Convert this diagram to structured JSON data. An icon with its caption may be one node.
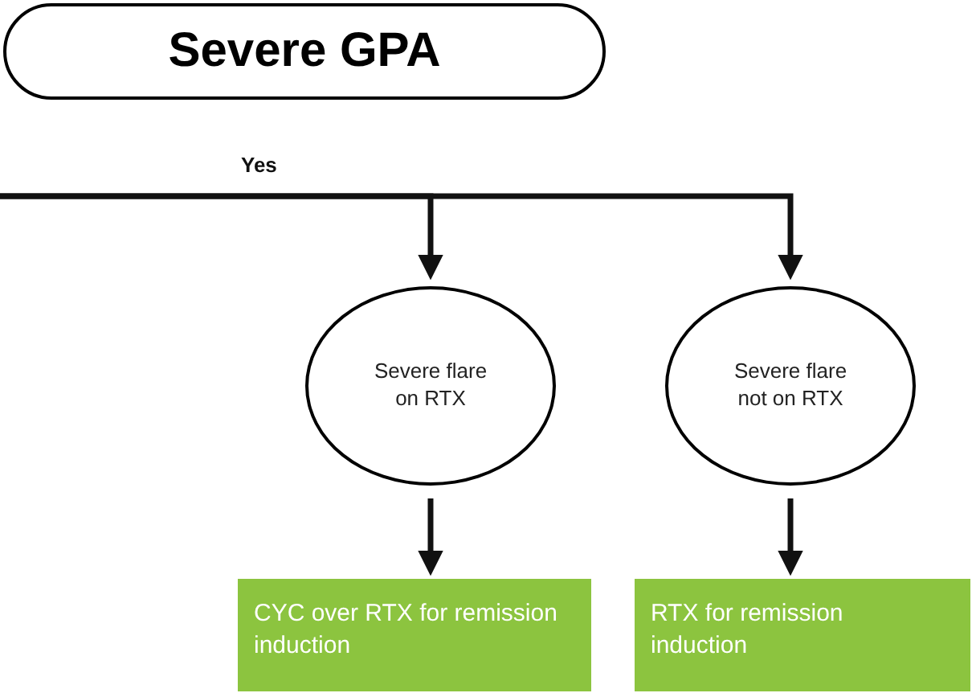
{
  "diagram": {
    "nodes": [
      {
        "text": [
          "Severe GPA"
        ]
      },
      {
        "text": [
          "Severe flare on RTX"
        ]
      },
      {
        "text": [
          "Severe flare not on RTX"
        ]
      },
      {
        "text": [
          "CYC over RTX for remission induction"
        ]
      },
      {
        "text": [
          "RTX for remission induction"
        ]
      }
    ],
    "edges": [
      {
        "from": null,
        "to": 1,
        "arrow": "to"
      },
      {
        "from": null,
        "to": 2,
        "arrow": "to"
      },
      {
        "from": 1,
        "to": 3,
        "arrow": "to"
      },
      {
        "from": 2,
        "to": 4,
        "arrow": "to"
      }
    ],
    "labels": [
      "Yes"
    ]
  }
}
